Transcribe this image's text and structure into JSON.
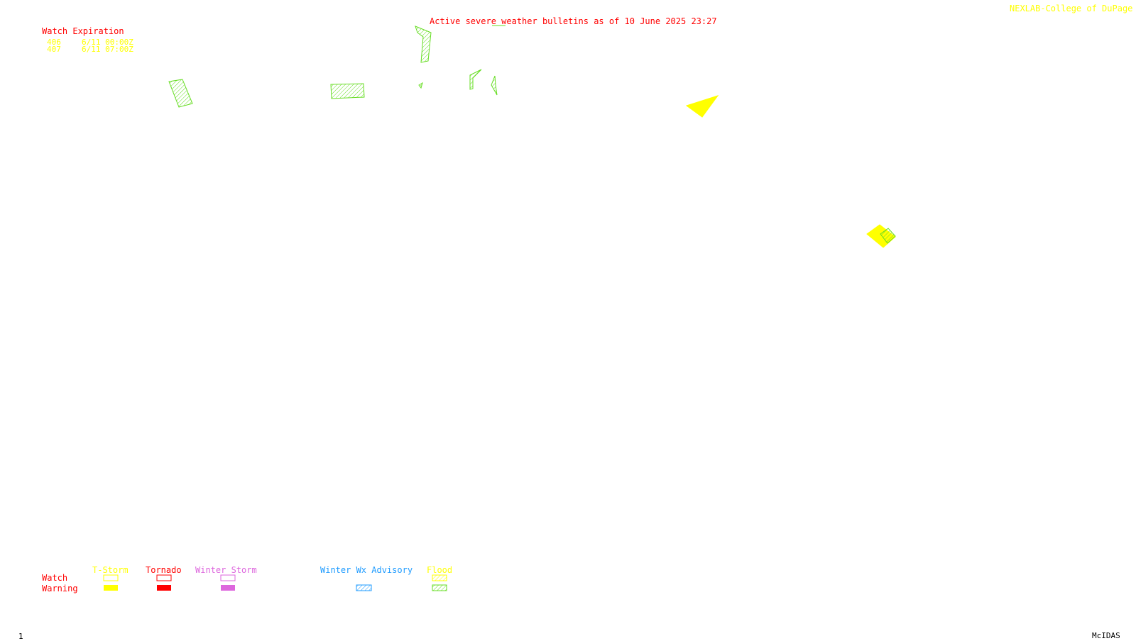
{
  "header": {
    "bulletin_title": "Active severe weather bulletins as of 10 June 2025 23:27",
    "credit": "NEXLAB-College of DuPage R"
  },
  "watch_expiration": {
    "title": "Watch Expiration",
    "rows": [
      {
        "number": "406",
        "expires": "6/11 00:00Z"
      },
      {
        "number": "407",
        "expires": "6/11 07:00Z"
      }
    ]
  },
  "legend": {
    "row_labels": {
      "watch": "Watch",
      "warning": "Warning"
    },
    "categories": [
      {
        "name": "T-Storm",
        "color": "#ffff00"
      },
      {
        "name": "Tornado",
        "color": "#ff0000"
      },
      {
        "name": "Winter Storm",
        "color": "#dd66dd"
      },
      {
        "name": "Winter Wx Advisory",
        "color": "#1e9bff"
      },
      {
        "name": "Flood",
        "color": "#66dd22"
      }
    ]
  },
  "footer": {
    "frame_number": "1",
    "software": "McIDAS"
  },
  "colors": {
    "red_text": "#ff0000",
    "yellow": "#ffff00",
    "flood_green": "#66dd22"
  }
}
